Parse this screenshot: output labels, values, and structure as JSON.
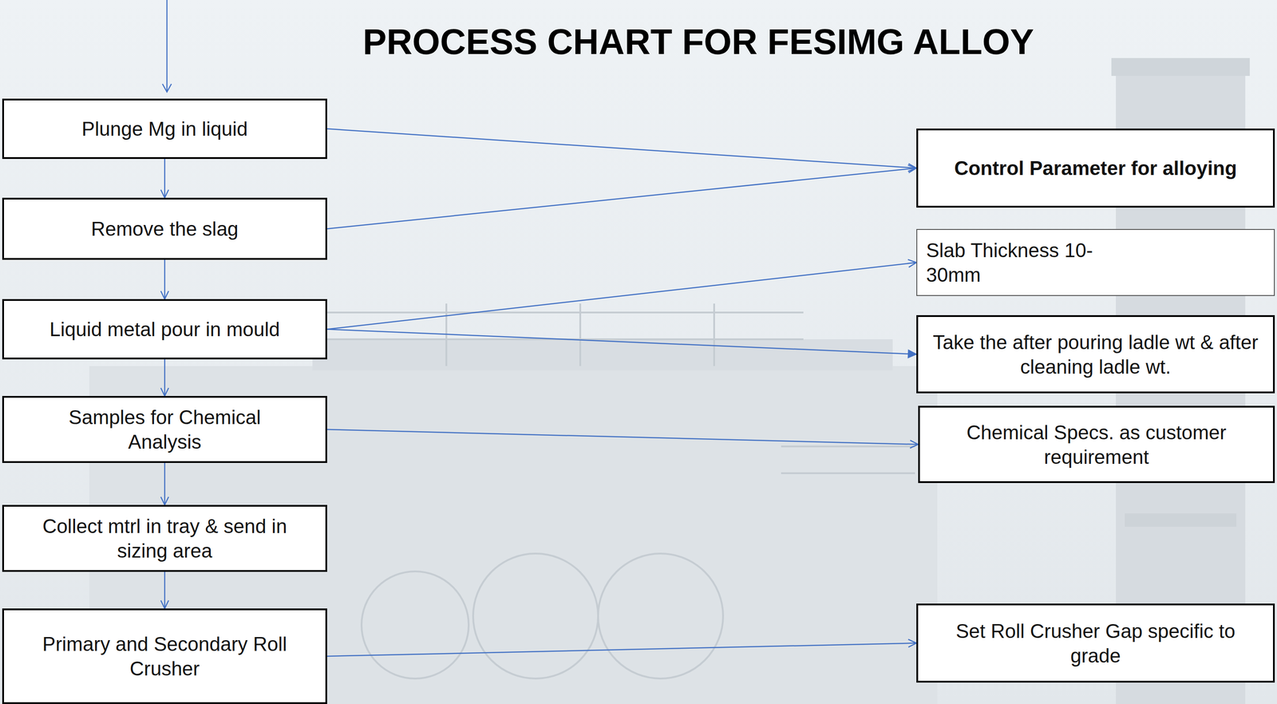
{
  "diagram": {
    "title": "PROCESS CHART FOR FESIMG ALLOY",
    "nodes": [
      {
        "text": [
          "Plunge Mg in liquid"
        ]
      },
      {
        "text": [
          "Remove the slag"
        ]
      },
      {
        "text": [
          "Liquid metal pour in mould"
        ]
      },
      {
        "text": [
          "Samples for Chemical Analysis"
        ]
      },
      {
        "text": [
          "Collect mtrl in tray & send in sizing area"
        ]
      },
      {
        "text": [
          "Primary and Secondary Roll Crusher"
        ]
      },
      {
        "text": [
          "Control Parameter for alloying"
        ]
      },
      {
        "text": [
          "Slab Thickness 10-30mm"
        ]
      },
      {
        "text": [
          "Take the after pouring ladle wt & after cleaning ladle wt."
        ]
      },
      {
        "text": [
          "Chemical Specs. as customer requirement"
        ]
      },
      {
        "text": [
          "Set Roll Crusher Gap specific to grade"
        ]
      }
    ],
    "edges": [
      {
        "from": 0,
        "to": 1,
        "arrow": "to"
      },
      {
        "from": 1,
        "to": 2,
        "arrow": "to"
      },
      {
        "from": 2,
        "to": 3,
        "arrow": "to"
      },
      {
        "from": 3,
        "to": 4,
        "arrow": "to"
      },
      {
        "from": 4,
        "to": 5,
        "arrow": "to"
      },
      {
        "from": 0,
        "to": 6,
        "arrow": "to"
      },
      {
        "from": 1,
        "to": 6,
        "arrow": "to"
      },
      {
        "from": 2,
        "to": 7,
        "arrow": "to"
      },
      {
        "from": 2,
        "to": 8,
        "arrow": "to"
      },
      {
        "from": 3,
        "to": 9,
        "arrow": "to"
      },
      {
        "from": 5,
        "to": 10,
        "arrow": "to"
      }
    ]
  }
}
